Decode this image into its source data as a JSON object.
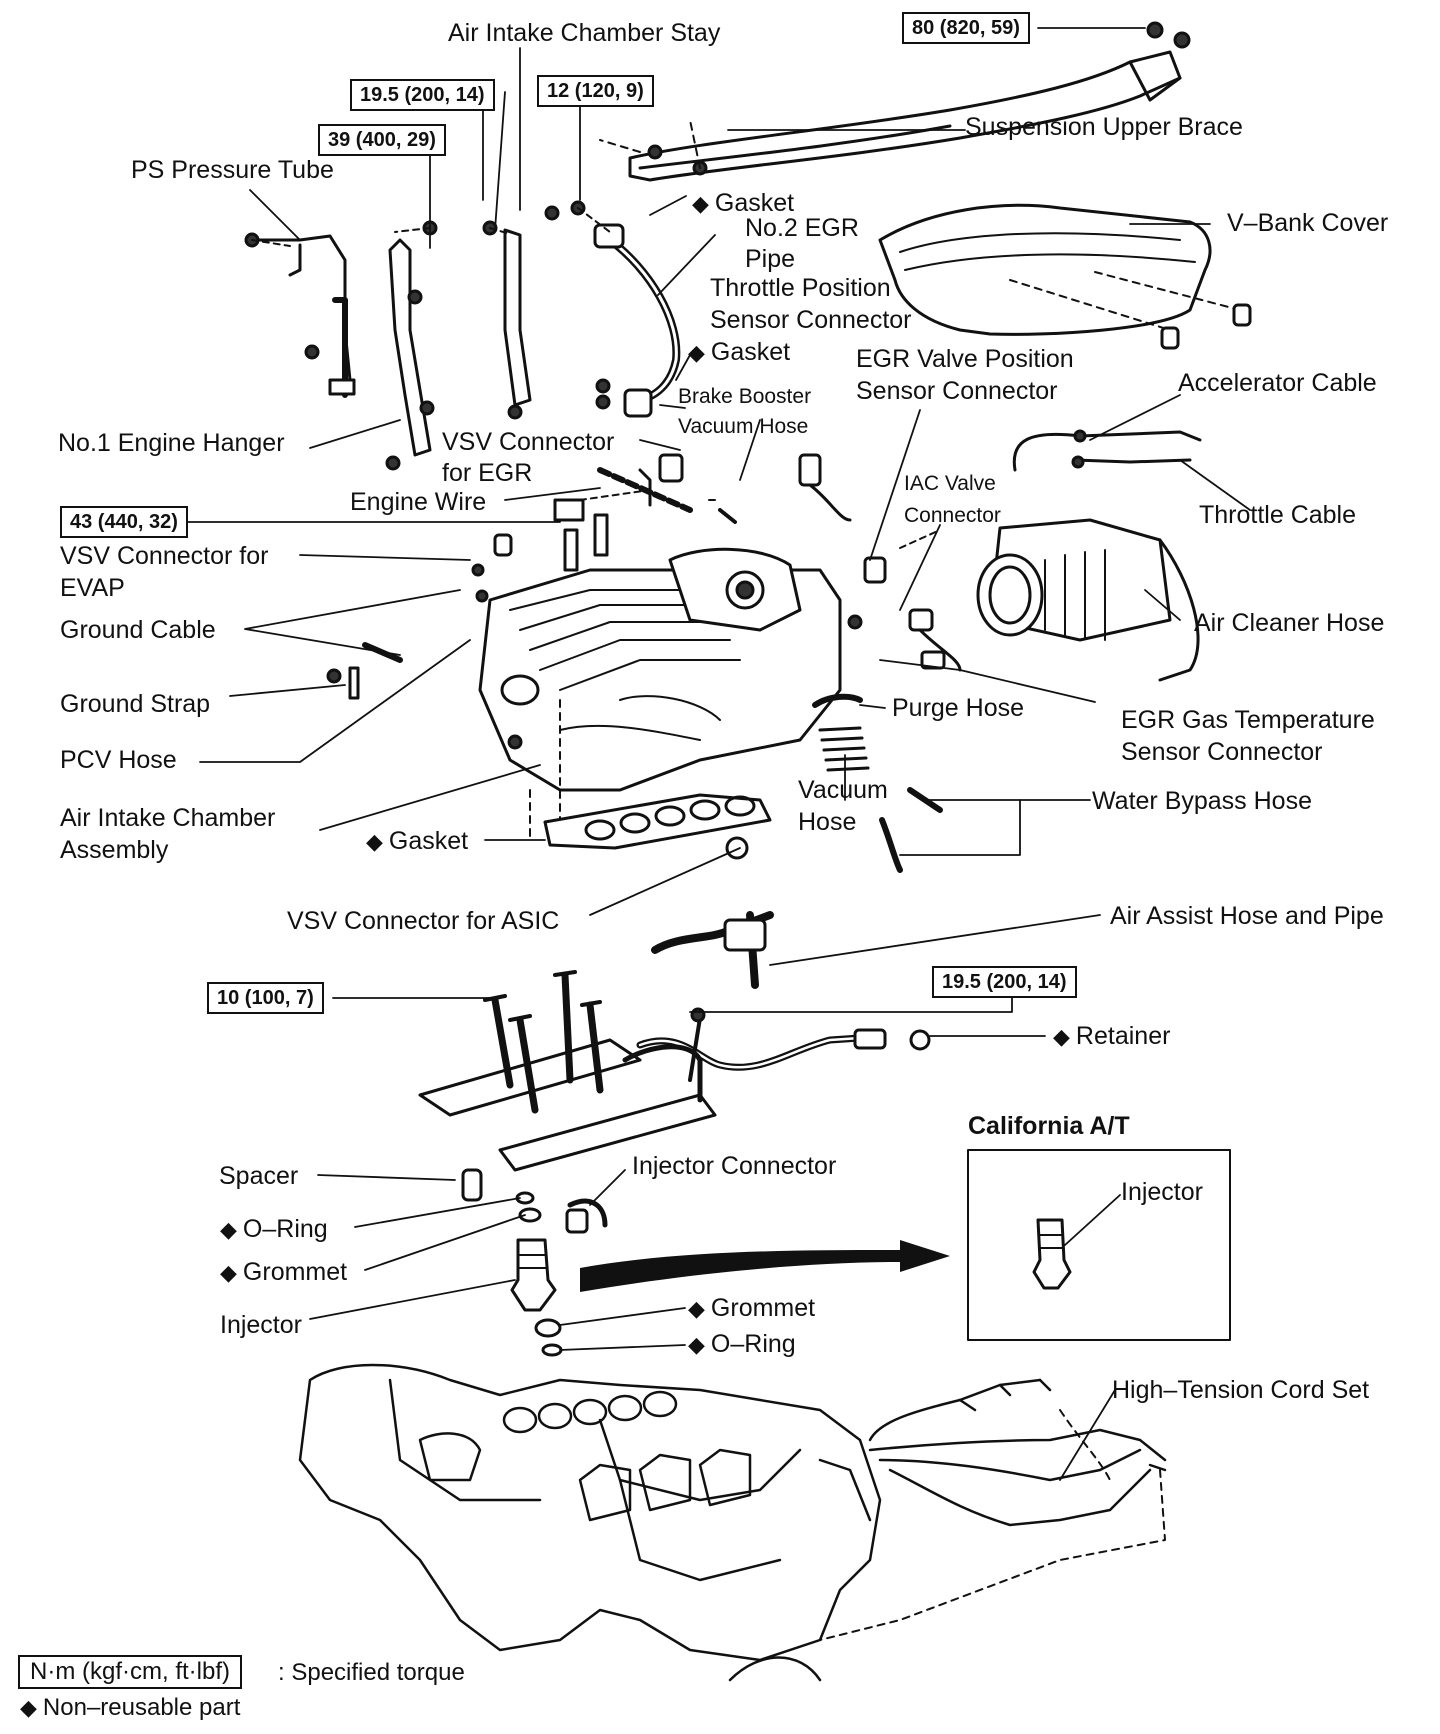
{
  "torque_specs": {
    "t1": "80 (820, 59)",
    "t2": "19.5 (200, 14)",
    "t3": "12 (120, 9)",
    "t4": "39 (400, 29)",
    "t5": "43 (440, 32)",
    "t6": "10 (100, 7)",
    "t7": "19.5 (200, 14)"
  },
  "labels": {
    "air_intake_chamber_stay": "Air Intake Chamber Stay",
    "suspension_upper_brace": "Suspension Upper Brace",
    "ps_pressure_tube": "PS Pressure Tube",
    "gasket_top": "Gasket",
    "no2_egr_pipe_1": "No.2 EGR",
    "no2_egr_pipe_2": "Pipe",
    "v_bank_cover": "V–Bank Cover",
    "tps_connector_1": "Throttle Position",
    "tps_connector_2": "Sensor Connector",
    "gasket_mid": "Gasket",
    "egr_valve_pos_1": "EGR Valve Position",
    "egr_valve_pos_2": "Sensor Connector",
    "brake_booster_1": "Brake  Booster",
    "brake_booster_2": "Vacuum Hose",
    "accelerator_cable": "Accelerator Cable",
    "no1_engine_hanger": "No.1 Engine Hanger",
    "vsv_egr_1": "VSV Connector",
    "vsv_egr_2": "for EGR",
    "engine_wire": "Engine Wire",
    "iac_valve_1": "IAC Valve",
    "iac_valve_2": "Connector",
    "throttle_cable": "Throttle Cable",
    "vsv_evap_1": "VSV Connector for",
    "vsv_evap_2": "EVAP",
    "ground_cable": "Ground Cable",
    "air_cleaner_hose": "Air Cleaner Hose",
    "ground_strap": "Ground Strap",
    "purge_hose": "Purge Hose",
    "egr_gas_temp_1": "EGR Gas Temperature",
    "egr_gas_temp_2": "Sensor Connector",
    "pcv_hose": "PCV Hose",
    "vacuum_hose_1": "Vacuum",
    "vacuum_hose_2": "Hose",
    "water_bypass_hose": "Water Bypass Hose",
    "air_intake_chamber_assy_1": "Air Intake Chamber",
    "air_intake_chamber_assy_2": "Assembly",
    "gasket_lower": "Gasket",
    "vsv_asic": "VSV Connector for ASIC",
    "air_assist_hose": "Air Assist Hose and Pipe",
    "retainer": "Retainer",
    "california_at": "California A/T",
    "spacer": "Spacer",
    "injector_connector": "Injector Connector",
    "injector_inset": "Injector",
    "o_ring_left": "O–Ring",
    "grommet_left": "Grommet",
    "injector": "Injector",
    "grommet_right": "Grommet",
    "o_ring_right": "O–Ring",
    "high_tension_cord_set": "High–Tension Cord Set"
  },
  "legend": {
    "unit_box": "N·m (kgf·cm, ft·lbf)",
    "unit_text": ": Specified torque",
    "non_reusable": "Non–reusable part"
  },
  "symbols": {
    "non_reusable_marker": "◆"
  }
}
